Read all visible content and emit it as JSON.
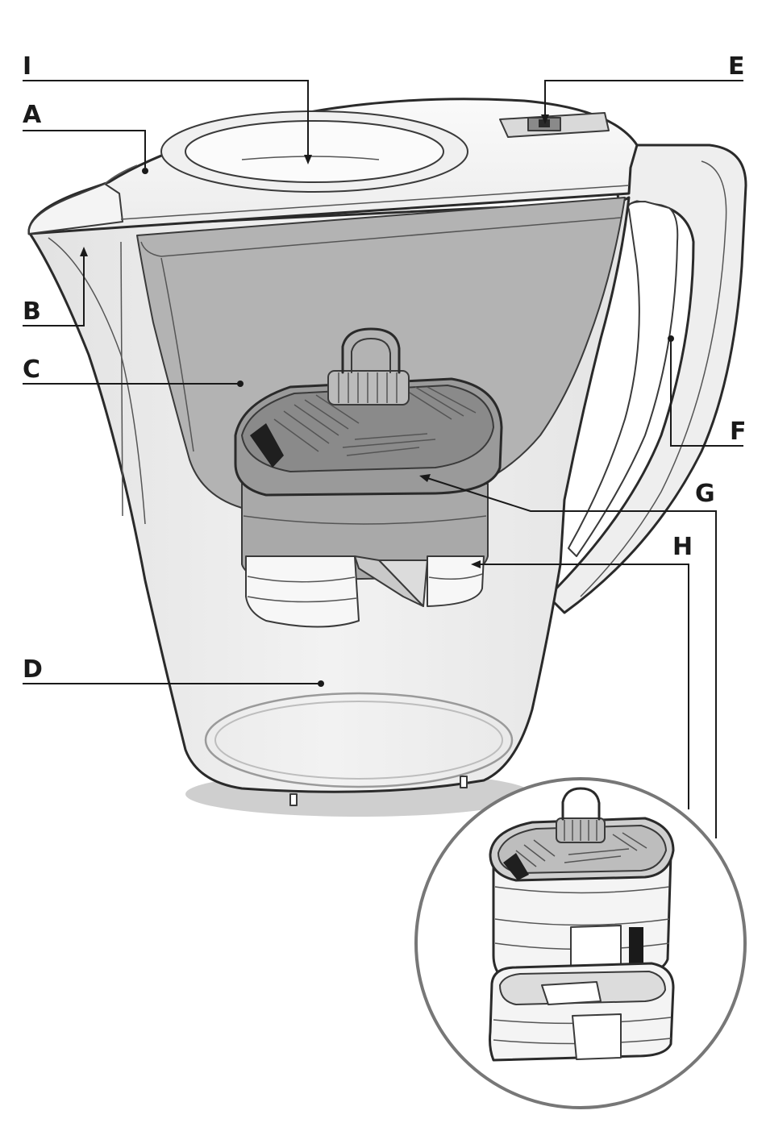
{
  "diagram": {
    "labels": {
      "lid": "A",
      "spout": "B",
      "hopper": "C",
      "jug": "D",
      "indicator": "E",
      "handle": "F",
      "cartridge": "G",
      "cartridge_base": "H",
      "fill_flap": "I"
    }
  },
  "colors": {
    "outline": "#2a2a2a",
    "hopper": "#b3b3b3",
    "jug_body": "#ededed",
    "cartridge_top": "#8c8c8c",
    "shadow": "#c8c8c8"
  }
}
